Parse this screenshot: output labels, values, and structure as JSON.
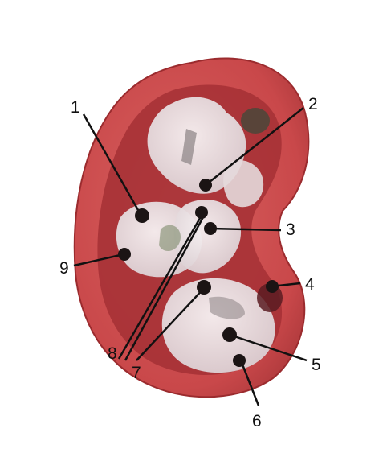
{
  "figure": {
    "colors": {
      "background": "#ffffff",
      "outer_tissue": "#c9484a",
      "outer_edge": "#9b2b2e",
      "inner_cavity": "#a53035",
      "capsule_pale": "#e9dfe2",
      "structure_shadow": "#8a8183",
      "dot": "#1b1414",
      "leader_line": "#111111"
    },
    "labels": [
      "1",
      "2",
      "3",
      "4",
      "5",
      "6",
      "7",
      "8",
      "9"
    ]
  }
}
